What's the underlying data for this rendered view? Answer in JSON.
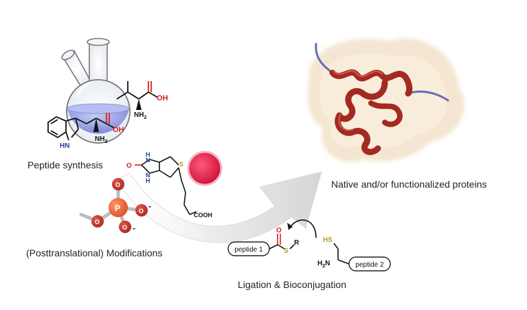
{
  "captions": {
    "peptide_synthesis": "Peptide synthesis",
    "modifications": "(Posttranslational) Modifications",
    "native_proteins": "Native and/or functionalized proteins",
    "ligation": "Ligation & Bioconjugation"
  },
  "chem": {
    "oh": "OH",
    "nh2": "NH",
    "nh2_sub": "2",
    "hn": "HN",
    "h": "H",
    "n": "N",
    "o": "O",
    "s": "S",
    "p": "P",
    "minus": "-",
    "cooh": "COOH",
    "r": "R",
    "hs": "HS",
    "h2n_h": "H",
    "h2n_2": "2",
    "h2n_n": "N"
  },
  "ligation_boxes": {
    "peptide1": "peptide 1",
    "peptide2": "peptide 2"
  },
  "colors": {
    "flask_liquid": "#9aa6e8",
    "ribbon": "#a32a22",
    "surface": "#f3e2c8",
    "tail": "#6a6ab8",
    "phosphate_ball": "#c0392b",
    "phosphorus_ball": "#e8693c",
    "dot": "#e8204a",
    "sulfur": "#b89a1e",
    "oxygen": "#d42020",
    "nitrogen": "#1f3f9e",
    "arrow": "#d8d8d8"
  }
}
